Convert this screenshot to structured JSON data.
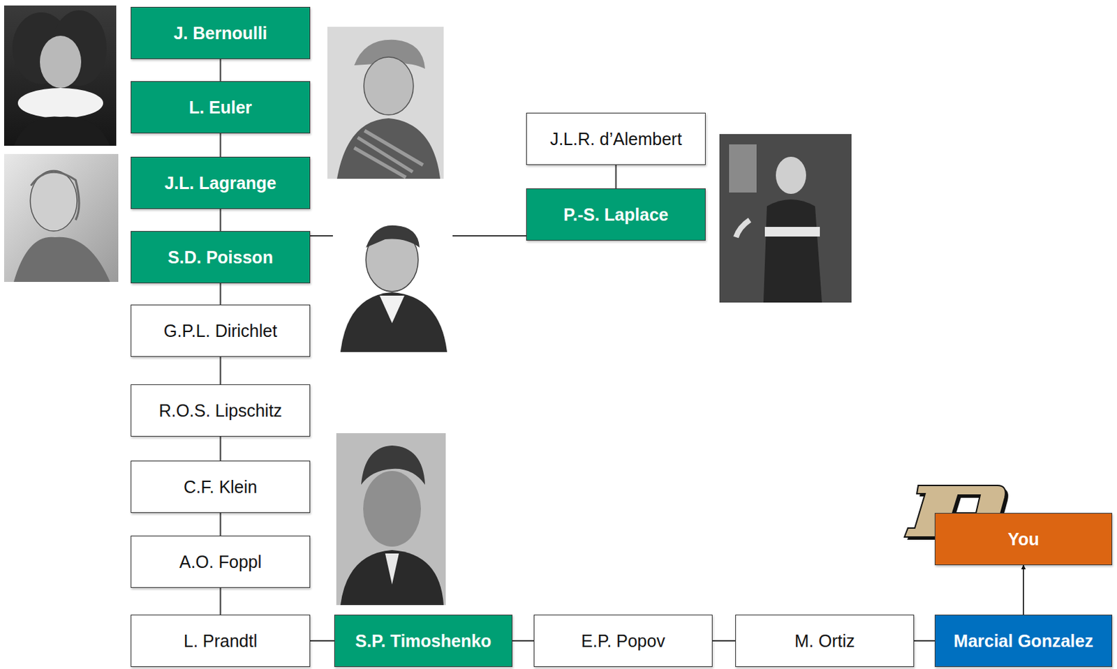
{
  "diagram": {
    "nodes": [
      {
        "text": [
          "J. Bernoulli"
        ]
      },
      {
        "text": [
          "L. Euler"
        ]
      },
      {
        "text": [
          "J.L. Lagrange"
        ]
      },
      {
        "text": [
          "S.D. Poisson"
        ]
      },
      {
        "text": [
          "J.L.R. d’Alembert"
        ]
      },
      {
        "text": [
          "P.-S. Laplace"
        ]
      },
      {
        "text": [
          "G.P.L. Dirichlet"
        ]
      },
      {
        "text": [
          "R.O.S. Lipschitz"
        ]
      },
      {
        "text": [
          "C.F. Klein"
        ]
      },
      {
        "text": [
          "A.O. Foppl"
        ]
      },
      {
        "text": [
          "L. Prandtl"
        ]
      },
      {
        "text": [
          "S.P. Timoshenko"
        ]
      },
      {
        "text": [
          "E.P.  Popov"
        ]
      },
      {
        "text": [
          "M. Ortiz"
        ]
      },
      {
        "text": [
          "Marcial Gonzalez"
        ]
      },
      {
        "text": [
          "You"
        ]
      }
    ],
    "edges": [
      {
        "from": 0,
        "to": 1,
        "arrow": "none"
      },
      {
        "from": 1,
        "to": 2,
        "arrow": "none"
      },
      {
        "from": 2,
        "to": 3,
        "arrow": "none"
      },
      {
        "from": 4,
        "to": 5,
        "arrow": "none"
      },
      {
        "from": 5,
        "to": 3,
        "arrow": "none"
      },
      {
        "from": 3,
        "to": 6,
        "arrow": "none"
      },
      {
        "from": 6,
        "to": 7,
        "arrow": "none"
      },
      {
        "from": 7,
        "to": 8,
        "arrow": "none"
      },
      {
        "from": 8,
        "to": 9,
        "arrow": "none"
      },
      {
        "from": 9,
        "to": 10,
        "arrow": "none"
      },
      {
        "from": 10,
        "to": 11,
        "arrow": "none"
      },
      {
        "from": 11,
        "to": 12,
        "arrow": "none"
      },
      {
        "from": 12,
        "to": 13,
        "arrow": "none"
      },
      {
        "from": 13,
        "to": 14,
        "arrow": "none"
      },
      {
        "from": 14,
        "to": 15,
        "arrow": "to"
      }
    ]
  }
}
